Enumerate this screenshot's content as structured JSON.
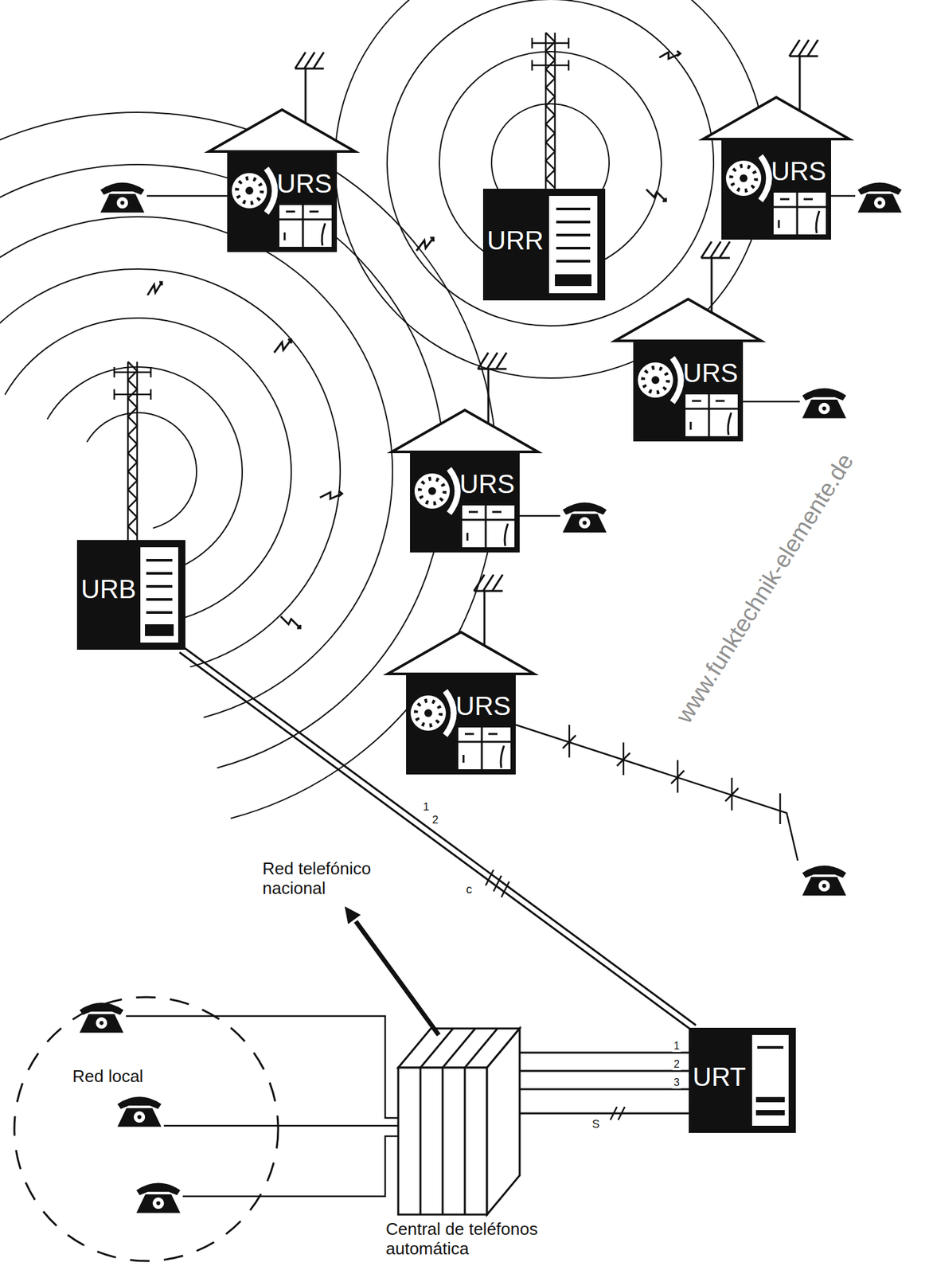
{
  "diagram": {
    "nodes": [
      {
        "text": [
          "URS"
        ]
      },
      {
        "text": [
          "URR"
        ]
      },
      {
        "text": [
          "URS"
        ]
      },
      {
        "text": [
          "URS"
        ]
      },
      {
        "text": [
          "URB"
        ]
      },
      {
        "text": [
          "URS"
        ]
      },
      {
        "text": [
          "URS"
        ]
      },
      {
        "text": [
          "Red local"
        ]
      },
      {
        "text": [
          "Central de teléfonos automática"
        ]
      },
      {
        "text": [
          "URT"
        ]
      }
    ],
    "edges": [
      {
        "from": 4,
        "to": 9,
        "arrow": "none"
      },
      {
        "from": 8,
        "to": 9,
        "arrow": "none"
      }
    ],
    "labels": [
      "1",
      "2",
      "c",
      "1",
      "2",
      "3",
      "S",
      "Red telefónico nacional",
      "www.funktechnik-elemente.de"
    ]
  }
}
